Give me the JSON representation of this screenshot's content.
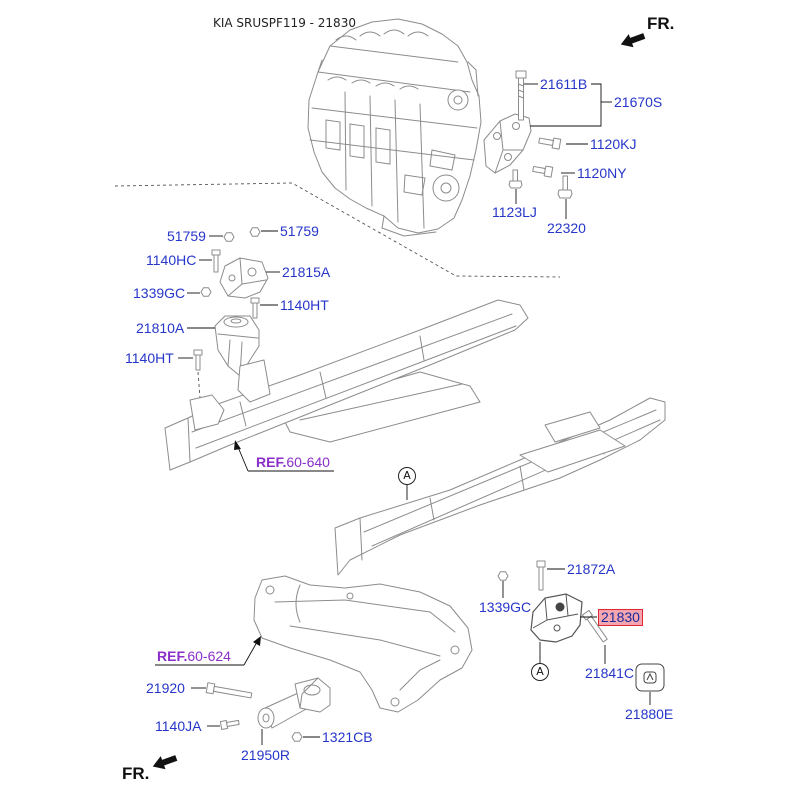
{
  "title": "KIA SRUSPF119 - 21830",
  "direction_labels": {
    "top": "FR.",
    "bottom": "FR."
  },
  "colors": {
    "callout_text": "#2636c9",
    "reference_text": "#8b2fc9",
    "highlight_border": "#e32636",
    "highlight_fill": "#f4a6b0",
    "leader_line": "#111111",
    "drawing_line": "#8c8c8c"
  },
  "callouts": [
    {
      "code": "21611B"
    },
    {
      "code": "21670S"
    },
    {
      "code": "1120KJ"
    },
    {
      "code": "1120NY"
    },
    {
      "code": "1123LJ"
    },
    {
      "code": "22320"
    },
    {
      "code": "51759"
    },
    {
      "code": "51759"
    },
    {
      "code": "1140HC"
    },
    {
      "code": "21815A"
    },
    {
      "code": "1339GC"
    },
    {
      "code": "1140HT"
    },
    {
      "code": "21810A"
    },
    {
      "code": "1140HT"
    },
    {
      "code": "21872A"
    },
    {
      "code": "1339GC"
    },
    {
      "code": "21830",
      "highlighted": true
    },
    {
      "code": "21841C"
    },
    {
      "code": "21920"
    },
    {
      "code": "21880E"
    },
    {
      "code": "1140JA"
    },
    {
      "code": "1321CB"
    },
    {
      "code": "21950R"
    }
  ],
  "references": [
    {
      "prefix": "REF.",
      "code": "60-640"
    },
    {
      "prefix": "REF.",
      "code": "60-624"
    }
  ],
  "section_markers": [
    "A",
    "A"
  ]
}
